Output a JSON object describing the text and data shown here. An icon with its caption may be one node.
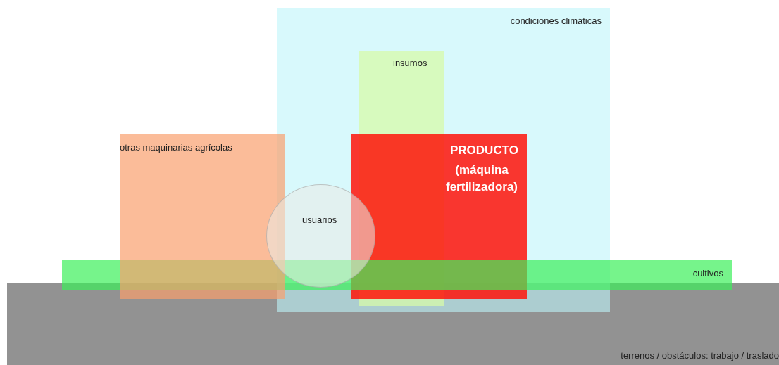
{
  "diagram": {
    "nodes": [
      {
        "text": [
          "condiciones climáticas"
        ]
      },
      {
        "text": [
          "insumos"
        ],
        "in": 0
      },
      {
        "text": [
          "otras maquinarias agrícolas"
        ]
      },
      {
        "text": [
          "PRODUCTO",
          "(máquina fertilizadora)"
        ],
        "in": 0
      },
      {
        "text": [
          "usuarios"
        ]
      },
      {
        "text": [
          "cultivos"
        ]
      },
      {
        "text": [
          "terrenos / obstáculos: trabajo / traslado"
        ]
      }
    ],
    "edges": []
  }
}
